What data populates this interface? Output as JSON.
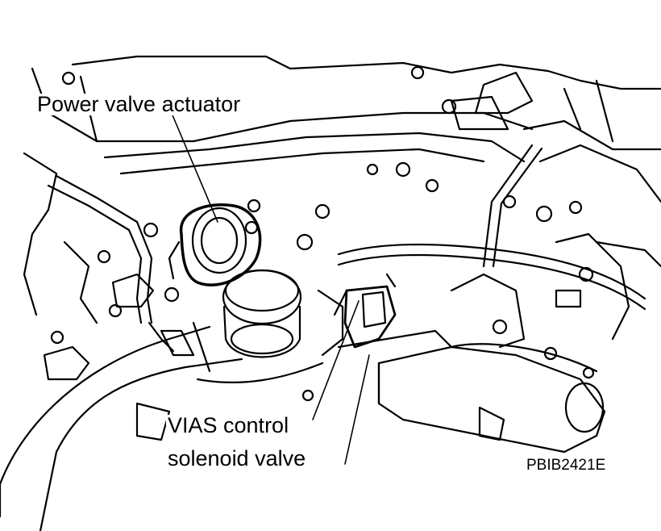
{
  "labels": {
    "power_valve_actuator": "Power valve actuator",
    "vias_line1": "VIAS control",
    "vias_line2": "solenoid valve"
  },
  "figure_code": "PBIB2421E",
  "colors": {
    "ink": "#000000",
    "paper": "#ffffff"
  }
}
